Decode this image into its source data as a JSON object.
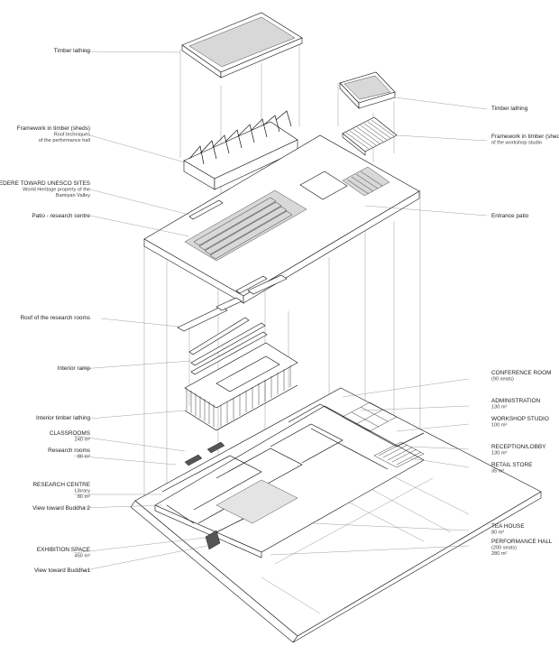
{
  "labels_left": [
    {
      "key": "timber_lathing_top",
      "lines": [
        "Timber lathing"
      ]
    },
    {
      "key": "framework_hall",
      "lines": [
        "Framework in timber (sheds)",
        "Roof techniques",
        "of the performance hall"
      ]
    },
    {
      "key": "belvedere",
      "lines": [
        "BELVEDERE TOWARD UNESCO SITES",
        "World Heritage property of the",
        "Bamiyan Valley"
      ]
    },
    {
      "key": "patio_research",
      "lines": [
        "Patio - research centre"
      ]
    },
    {
      "key": "roof_research",
      "lines": [
        "Roof of the research rooms"
      ]
    },
    {
      "key": "interior_ramp",
      "lines": [
        "Interior ramp"
      ]
    },
    {
      "key": "interior_lathing",
      "lines": [
        "Interior timber lathing"
      ]
    },
    {
      "key": "classrooms",
      "lines": [
        "CLASSROOMS",
        "240 m²"
      ]
    },
    {
      "key": "research_rooms",
      "lines": [
        "Research rooms",
        "80 m²"
      ]
    },
    {
      "key": "research_centre",
      "lines": [
        "RESEARCH CENTRE",
        "Library",
        "80 m²"
      ]
    },
    {
      "key": "view_buddha2",
      "lines": [
        "View toward Buddha 2"
      ]
    },
    {
      "key": "exhibition",
      "lines": [
        "EXHIBITION SPACE",
        "450 m²"
      ]
    },
    {
      "key": "view_buddha1",
      "lines": [
        "View toward Buddha1"
      ]
    }
  ],
  "labels_right": [
    {
      "key": "timber_lathing_right",
      "lines": [
        "Timber lathing"
      ]
    },
    {
      "key": "framework_workshop",
      "lines": [
        "Framework in timber (sheds)",
        "of the workshop studio"
      ]
    },
    {
      "key": "entrance_patio",
      "lines": [
        "Entrance patio"
      ]
    },
    {
      "key": "conference",
      "lines": [
        "CONFERENCE ROOM",
        "(90 seats)"
      ]
    },
    {
      "key": "administration",
      "lines": [
        "ADMINISTRATION",
        "130 m²"
      ]
    },
    {
      "key": "workshop",
      "lines": [
        "WORKSHOP STUDIO",
        "100 m²"
      ]
    },
    {
      "key": "reception",
      "lines": [
        "RECEPTION/LOBBY",
        "130 m²"
      ]
    },
    {
      "key": "retail",
      "lines": [
        "RETAIL STORE",
        "35 m²"
      ]
    },
    {
      "key": "tea_house",
      "lines": [
        "TEA HOUSE",
        "80 m²"
      ]
    },
    {
      "key": "performance_hall",
      "lines": [
        "PERFORMANCE HALL",
        "(200 seats)",
        "280 m²"
      ]
    }
  ]
}
